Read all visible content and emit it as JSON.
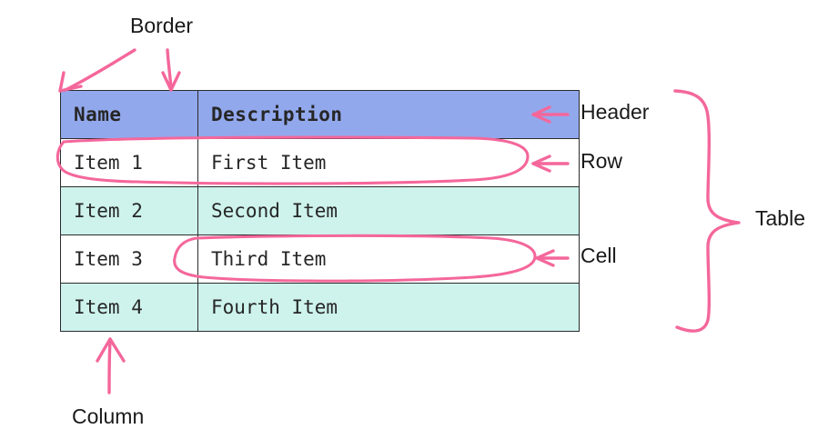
{
  "diagram": {
    "title": "HTML table anatomy annotation diagram",
    "accent_color": "#f4679b",
    "header_fill": "#92a8ed",
    "stripe_fill": "#cdf3ec",
    "plain_fill": "#ffffff",
    "border_color": "#2b2b2b",
    "text_color": "#1a1a1a"
  },
  "table": {
    "columns": [
      "Name",
      "Description"
    ],
    "rows": [
      {
        "name": "Item 1",
        "description": "First Item"
      },
      {
        "name": "Item 2",
        "description": "Second Item"
      },
      {
        "name": "Item 3",
        "description": "Third Item"
      },
      {
        "name": "Item 4",
        "description": "Fourth Item"
      }
    ]
  },
  "annotations": [
    {
      "id": "border",
      "label": "Border",
      "marker": "double-arrow",
      "points_to": "table outer edge and column divider"
    },
    {
      "id": "column",
      "label": "Column",
      "marker": "up-arrow",
      "points_to": "first column"
    },
    {
      "id": "header",
      "label": "Header",
      "marker": "left-arrow",
      "points_to": "header row"
    },
    {
      "id": "row",
      "label": "Row",
      "marker": "left-arrow",
      "points_to": "first data row"
    },
    {
      "id": "cell",
      "label": "Cell",
      "marker": "left-arrow",
      "points_to": "third row description cell"
    },
    {
      "id": "table",
      "label": "Table",
      "marker": "curly-brace",
      "points_to": "whole table"
    }
  ]
}
